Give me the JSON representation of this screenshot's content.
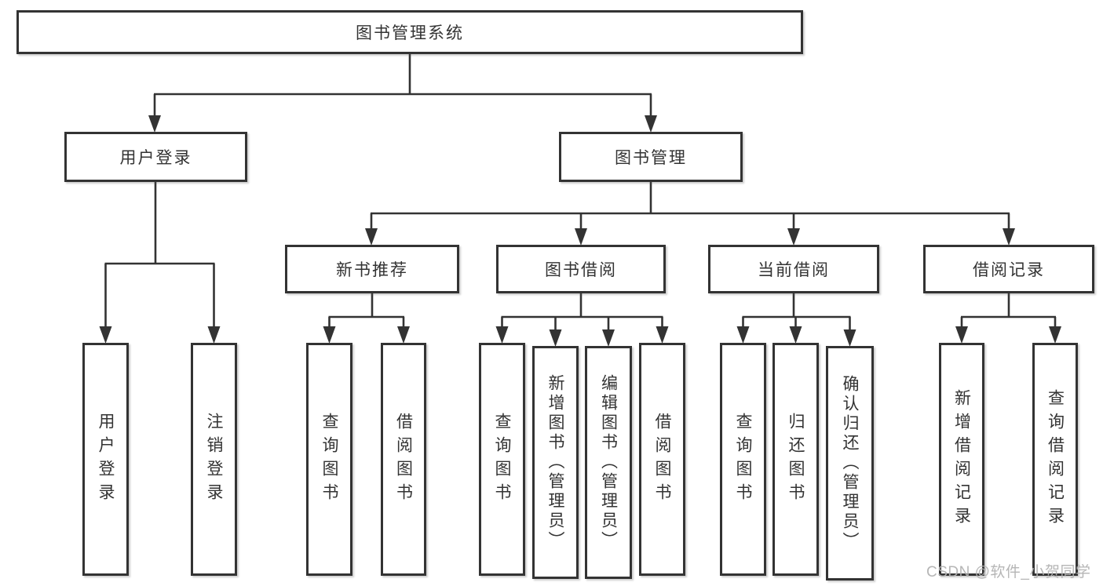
{
  "diagram": {
    "title_node": "图书管理系统",
    "nodes": {
      "root": "图书管理系统",
      "user_login": "用户登录",
      "book_mgmt": "图书管理",
      "new_book_rec": "新书推荐",
      "book_borrow": "图书借阅",
      "current_borrow": "当前借阅",
      "borrow_records": "借阅记录",
      "leaf_user_login": "用户登录",
      "leaf_logout": "注销登录",
      "leaf_query_book_new": "查询图书",
      "leaf_borrow_book_new": "借阅图书",
      "leaf_query_book_borrow": "查询图书",
      "leaf_add_book": "新增图书（管理员）",
      "leaf_edit_book": "编辑图书（管理员）",
      "leaf_borrow_book_borrow": "借阅图书",
      "leaf_query_book_current": "查询图书",
      "leaf_return_book": "归还图书",
      "leaf_confirm_return": "确认归还（管理员）",
      "leaf_add_record": "新增借阅记录",
      "leaf_query_record": "查询借阅记录"
    },
    "watermark": "CSDN @软件_小贺同学",
    "colors": {
      "line": "#333333",
      "border": "#333333",
      "text": "#333333",
      "watermark": "#b2b2b2",
      "background": "#ffffff"
    }
  }
}
